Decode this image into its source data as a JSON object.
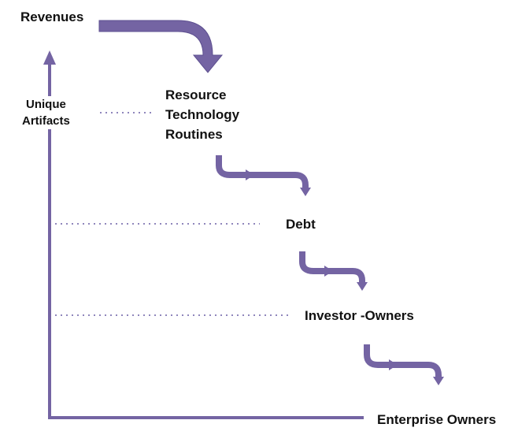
{
  "labels": {
    "revenues": "Revenues",
    "unique_artifacts": [
      "Unique",
      "Artifacts"
    ],
    "resource_technology_routines": [
      "Resource",
      "Technology",
      "Routines"
    ],
    "debt": "Debt",
    "investor_owners": "Investor -Owners",
    "enterprise_owners": "Enterprise Owners"
  },
  "colors": {
    "arrow": "#7464a3",
    "arrow_outline": "#5e5090",
    "axis": "#7464a3",
    "dotted_line": "#8f86bc",
    "text": "#111111",
    "background": "#ffffff"
  }
}
